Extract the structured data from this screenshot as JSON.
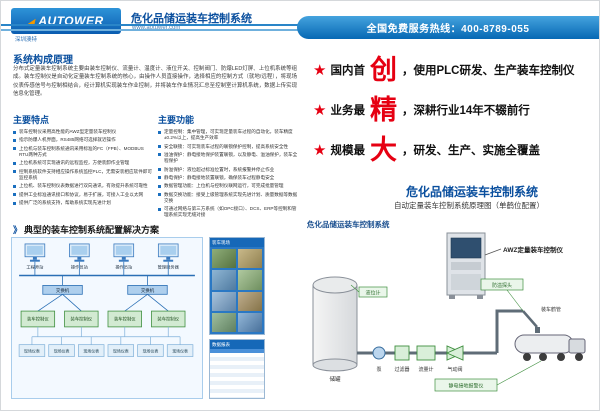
{
  "header": {
    "brand": "AUTOWER",
    "brand_sub": "深圳澳特",
    "website": "www.aotuwer.com",
    "doc_title": "危化品储运装车控制系统",
    "hotline": "全国免费服务热线：400-8789-055"
  },
  "principle": {
    "heading": "系统构成原理",
    "body": "分布式定量装车控制系统主要由装车控制仪、流量计、温度计、液位开关、控制阀门、防爆LED灯屏、上位机系统等组成。装车控制仪是自动化定量装车控制系统的核心，由操作人员直接操作，选择相应的控制方式（就地/远程），将现场仪表传感信号与控制相结合，经计算机实现装车作业控制，并将装车作业情况汇总至控制室计算机系统，数据上传实现信息化管理。"
  },
  "features": {
    "heading": "主要特点",
    "items": [
      "装车控制仪采用高性能的AWZ型定量装车控制仪",
      "指示防爆人机界面，RS485网络可选择就近操作",
      "上位机与装车控制系统通讯采用标准的FC（FPB）、MODBUS RTU两种方式",
      "上位机系统可实现通讯的远程监控，方便装卸作业管理",
      "控制系统软件支持相应操作系统监控PLC，无需安装相应软件即可监控系统",
      "上位机、装车控制仪表数据进行双向通讯，有效提升系统可靠性",
      "提供工业标准通讯接口和协议，易于扩展，可接入工业以太网",
      "提供广泛的系统支持，帮助系统实现先进计划"
    ]
  },
  "functions": {
    "heading": "主要功能",
    "items": [
      "定量控制：集中管理，可实现定量装车过程的自动化，装车精度±0.2%以上，提高生产效率",
      "安全联锁：可实现装车过程的联锁保护控制，提高系统安全性",
      "溢油保护：静电接地保护装置联锁，以及静电、溢油保护，装车全程保护",
      "防溢保护：液位超过标准位置时，系统报警并停止作业",
      "静电保护：静电接地装置联锁，确保装车过程静电安全",
      "数据管理功能：上位机与控制仪联网运行，可完成批量管理",
      "数据交换功能：接受上级管理系统实现先进计划、质量数据等数据交换",
      "可通过网络与第三方系统（如OPC接口）、DCS、ERP等控制和管理系统实现无缝对接"
    ]
  },
  "solution": {
    "marker": "》",
    "heading": "典型的装车控制系统配置解决方案",
    "network": {
      "top_nodes": [
        "工程师站",
        "操作员站",
        "操作员站",
        "管理服务器"
      ],
      "switch_label": "交换机",
      "controller_label": "装车控制仪",
      "field_label": "现场仪表"
    },
    "thumb1_title": "装车现场",
    "thumb2_title": "数据报表"
  },
  "highlights": [
    {
      "star": "★",
      "pre": "国内首",
      "big": "创",
      "post": "，使用PLC研发、生产装车控制仪"
    },
    {
      "star": "★",
      "pre": "业务最",
      "big": "精",
      "post": "，深耕行业14年不辍前行"
    },
    {
      "star": "★",
      "pre": "规模最",
      "big": "大",
      "post": "，研发、生产、实施全覆盖"
    }
  ],
  "system": {
    "heading": "危化品储运装车控制系统",
    "subtitle": "自动定量装车控制系统原理图（单鹤位配置）",
    "diagram_title": "危化品储运装车控制系统",
    "controller_label": "AWZ定量装车控制仪",
    "labels": {
      "tank": "储罐",
      "level": "液位计",
      "pump": "泵",
      "filter": "过滤器",
      "flowmeter": "流量计",
      "valve": "气动阀",
      "arm": "装车鹤管",
      "overfill": "防溢探头",
      "ground": "静电接地报警仪"
    }
  }
}
